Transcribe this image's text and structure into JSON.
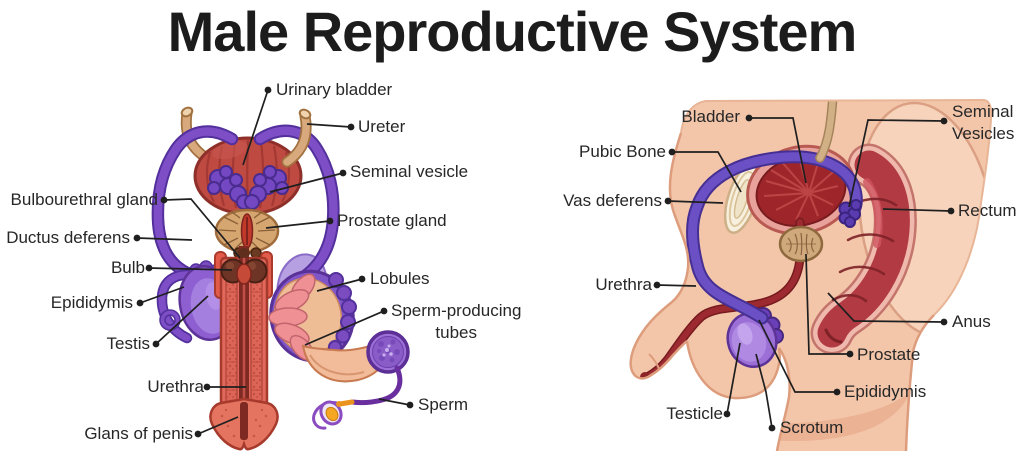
{
  "title": "Male Reproductive System",
  "front_view": {
    "labels": {
      "urinary_bladder": "Urinary bladder",
      "ureter": "Ureter",
      "seminal_vesicle": "Seminal vesicle",
      "bulbourethral_gland": "Bulbourethral gland",
      "prostate_gland": "Prostate gland",
      "ductus_deferens": "Ductus deferens",
      "bulb": "Bulb",
      "epididymis": "Epididymis",
      "testis": "Testis",
      "urethra": "Urethra",
      "glans_of_penis": "Glans of penis",
      "lobules": "Lobules",
      "sperm_producing_line1": "Sperm-producing",
      "sperm_producing_line2": "tubes",
      "sperm": "Sperm"
    }
  },
  "side_view": {
    "labels": {
      "bladder": "Bladder",
      "seminal_vesicles_line1": "Seminal",
      "seminal_vesicles_line2": "Vesicles",
      "pubic_bone": "Pubic Bone",
      "vas_deferens": "Vas deferens",
      "rectum": "Rectum",
      "urethra": "Urethra",
      "anus": "Anus",
      "prostate": "Prostate",
      "epididymis": "Epididymis",
      "testicle": "Testicle",
      "scrotum": "Scrotum"
    }
  },
  "colors": {
    "background": "#ffffff",
    "title_text": "#1c1c1c",
    "label_text": "#272727",
    "leader_line": "#1f1f1f",
    "skin": "#f3c6aa",
    "skin_light": "#f7d3bc",
    "organ_red": "#bf4a42",
    "organ_dark_red": "#9e262b",
    "organ_purple": "#7d4ec6",
    "organ_purple_dark": "#53309c",
    "organ_tan": "#d6a671",
    "penis_salmon": "#e2685c"
  }
}
